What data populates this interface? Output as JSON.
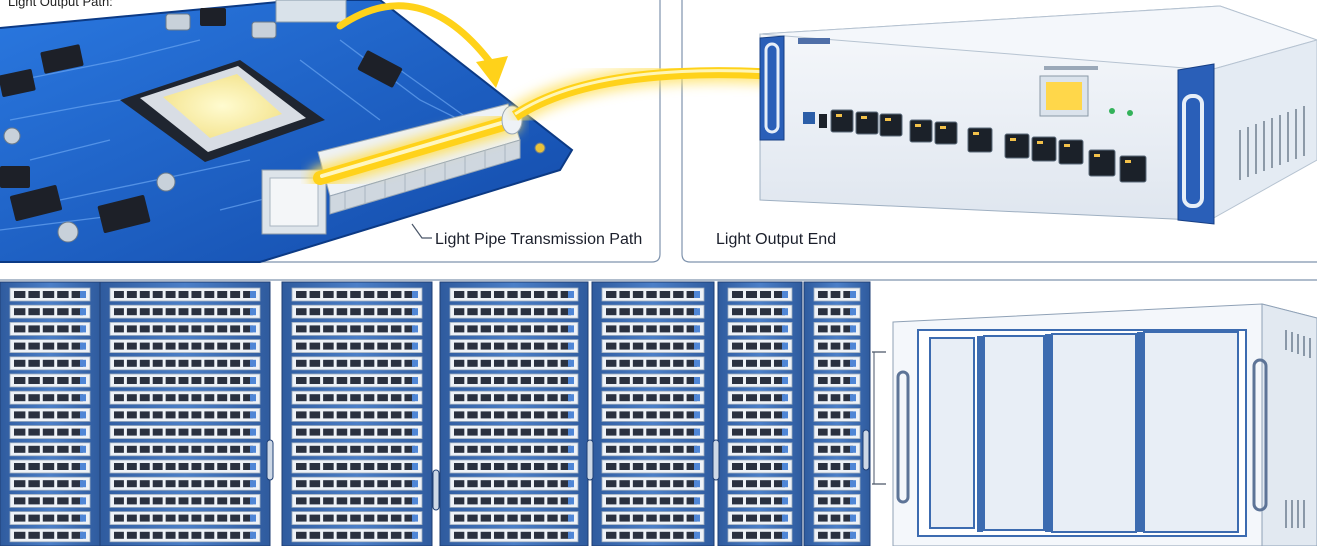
{
  "labels": {
    "top_left": "Light Output Path:",
    "light_pipe_path": "Light Pipe Transmission Path",
    "light_output_end": "Light Output End"
  },
  "colors": {
    "pcb_blue": "#1e5fc4",
    "light_yellow": "#ffd21a",
    "rack_blue": "#3f6fb6",
    "panel_border": "#7f93ad"
  }
}
